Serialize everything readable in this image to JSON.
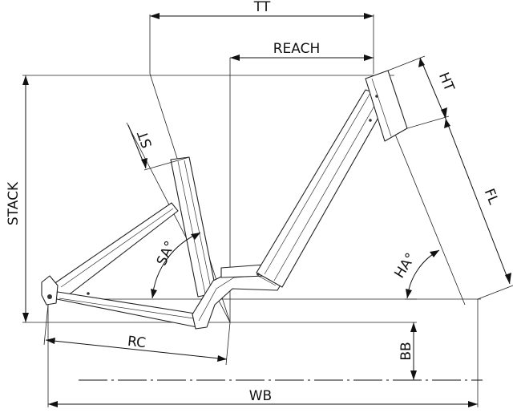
{
  "labels": {
    "tt": "TT",
    "reach": "REACH",
    "ht": "HT",
    "st": "ST",
    "stack": "STACK",
    "fl": "FL",
    "sa": "SA°",
    "ha": "HA°",
    "rc": "RC",
    "bb": "BB",
    "wb": "WB"
  }
}
